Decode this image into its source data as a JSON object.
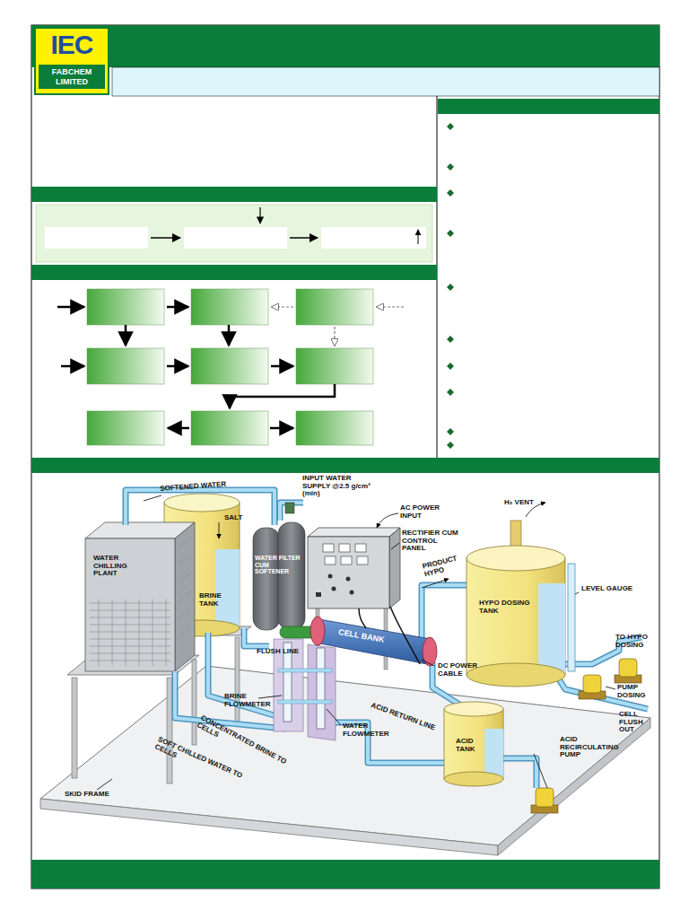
{
  "diagram": {
    "nodes": [
      {
        "text": [
          "IEC",
          "FABCHEM LIMITED"
        ]
      }
    ],
    "labels": [
      "INPUT WATER SUPPLY @2.5 g/cm² (min)",
      "SOFTENED WATER",
      "SALT",
      "AC POWER INPUT",
      "RECTIFIER CUM CONTROL PANEL",
      "H₂ VENT",
      "WATER CHILLING PLANT",
      "BRINE TANK",
      "WATER FILTER CUM SOFTENER",
      "PRODUCT HYPO",
      "HYPO DOSING TANK",
      "LEVEL GAUGE",
      "CELL BANK",
      "TO HYPO DOSING",
      "FLUSH LINE",
      "DC POWER CABLE",
      "PUMP DOSING",
      "BRINE FLOWMETER",
      "WATER FLOWMETER",
      "ACID RETURN LINE",
      "CELL FLUSH OUT",
      "CONCENTRATED BRINE TO CELLS",
      "ACID RECIRCULATING PUMP",
      "ACID TANK",
      "SOFT CHILLED WATER TO CELLS",
      "SKID FRAME"
    ]
  }
}
